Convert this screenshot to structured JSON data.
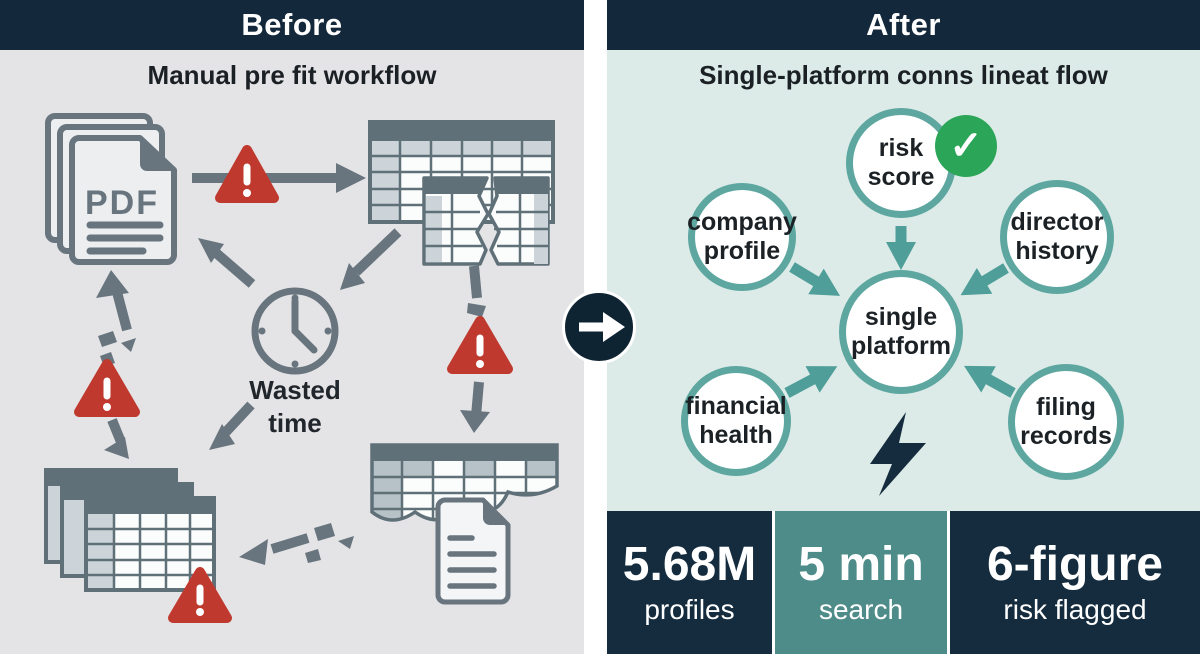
{
  "before": {
    "title": "Before",
    "subtitle": "Manual pre fit workflow",
    "pdf_label": "PDF",
    "wasted_time": {
      "line1": "Wasted",
      "line2": "time"
    }
  },
  "after": {
    "title": "After",
    "subtitle": "Single-platform conns lineat flow",
    "nodes": [
      {
        "id": "risk-score",
        "line1": "risk",
        "line2": "score"
      },
      {
        "id": "company-profile",
        "line1": "company",
        "line2": "profile"
      },
      {
        "id": "director-history",
        "line1": "director",
        "line2": "history"
      },
      {
        "id": "single-platform",
        "line1": "single",
        "line2": "platform"
      },
      {
        "id": "financial-health",
        "line1": "financial",
        "line2": "health"
      },
      {
        "id": "filing-records",
        "line1": "filing",
        "line2": "records"
      }
    ],
    "check_mark": "✓",
    "stats": [
      {
        "value": "5.68M",
        "label": "profiles",
        "theme": "navy"
      },
      {
        "value": "5 min",
        "label": "search",
        "theme": "teal"
      },
      {
        "value": "6-figure",
        "label": "risk flagged",
        "theme": "navy"
      }
    ]
  },
  "icons": [
    "pdf-stack-icon",
    "warning-icon",
    "spreadsheet-icon",
    "broken-spreadsheet-icon",
    "clock-icon",
    "table-stack-icon",
    "torn-table-icon",
    "document-icon",
    "right-arrow-icon",
    "check-icon",
    "lightning-icon"
  ],
  "colors": {
    "header_navy": "#13283a",
    "before_bg": "#e4e4e6",
    "after_bg": "#dcebe7",
    "icon_slate": "#68757e",
    "warning_red": "#bf392e",
    "node_ring_teal": "#5ea7a1",
    "arrow_teal": "#4f9e9a",
    "check_green": "#2ba558",
    "stat_navy": "#142c3e",
    "stat_teal": "#4e8c8a"
  }
}
